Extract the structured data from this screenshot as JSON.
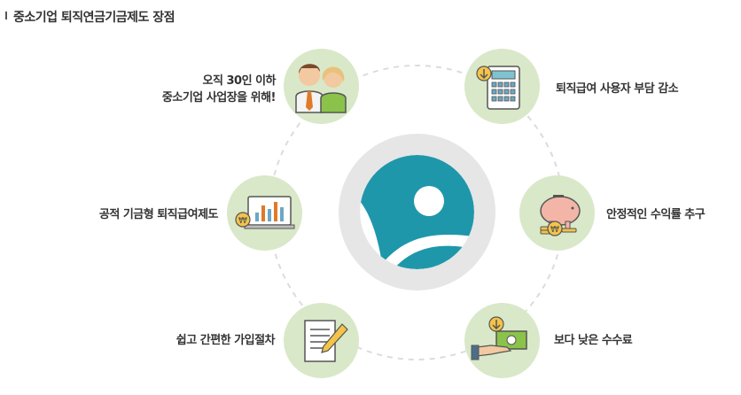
{
  "title": "중소기업 퇴직연금기금제도 장점",
  "features": {
    "top_left_line1": "오직 30인 이하",
    "top_left_line2": "중소기업 사업장을 위해!",
    "top_right": "퇴직급여 사용자 부담 감소",
    "mid_left": "공적 기금형 퇴직급여제도",
    "mid_right": "안정적인 수익률 추구",
    "bottom_left": "쉽고 간편한 가입절차",
    "bottom_right": "보다 낮은 수수료"
  },
  "icons": {
    "top_left": "couple-icon",
    "top_right": "calculator-icon",
    "mid_left": "monitor-chart-icon",
    "mid_right": "piggy-bank-icon",
    "bottom_left": "document-pen-icon",
    "bottom_right": "cash-hand-icon"
  },
  "colors": {
    "icon_circle": "#d9e8c8",
    "logo_teal": "#1f97aa",
    "center_ring": "#e6e6e6",
    "dashed_ring": "#dcdcdc"
  }
}
